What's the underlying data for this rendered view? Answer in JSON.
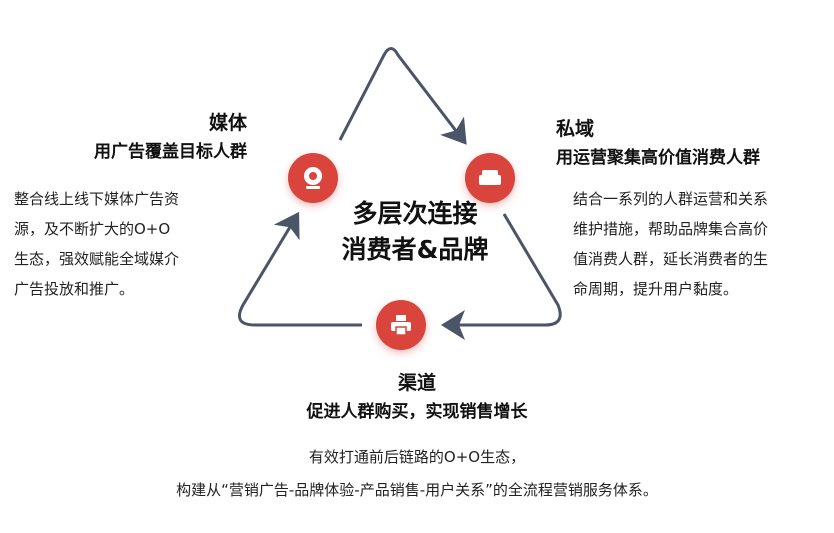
{
  "center": {
    "line1": "多层次连接",
    "line2": "消费者&品牌"
  },
  "media": {
    "title": "媒体",
    "subtitle": "用广告覆盖目标人群",
    "lines": [
      "整合线上线下媒体广告资",
      "源，及不断扩大的O+O",
      "生态，强效赋能全域媒介",
      "广告投放和推广。"
    ]
  },
  "private": {
    "title": "私域",
    "subtitle": "用运营聚集高价值消费人群",
    "lines": [
      "结合一系列的人群运营和关系",
      "维护措施，帮助品牌集合高价",
      "值消费人群，延长消费者的生",
      "命周期，提升用户黏度。"
    ]
  },
  "channel": {
    "title": "渠道",
    "subtitle": "促进人群购买，实现销售增长",
    "lines": [
      "有效打通前后链路的O+O生态，",
      "构建从“营销广告-品牌体验-产品销售-用户关系”的全流程营销服务体系。"
    ]
  },
  "colors": {
    "accent": "#d9453d",
    "arrow": "#4a5568"
  }
}
